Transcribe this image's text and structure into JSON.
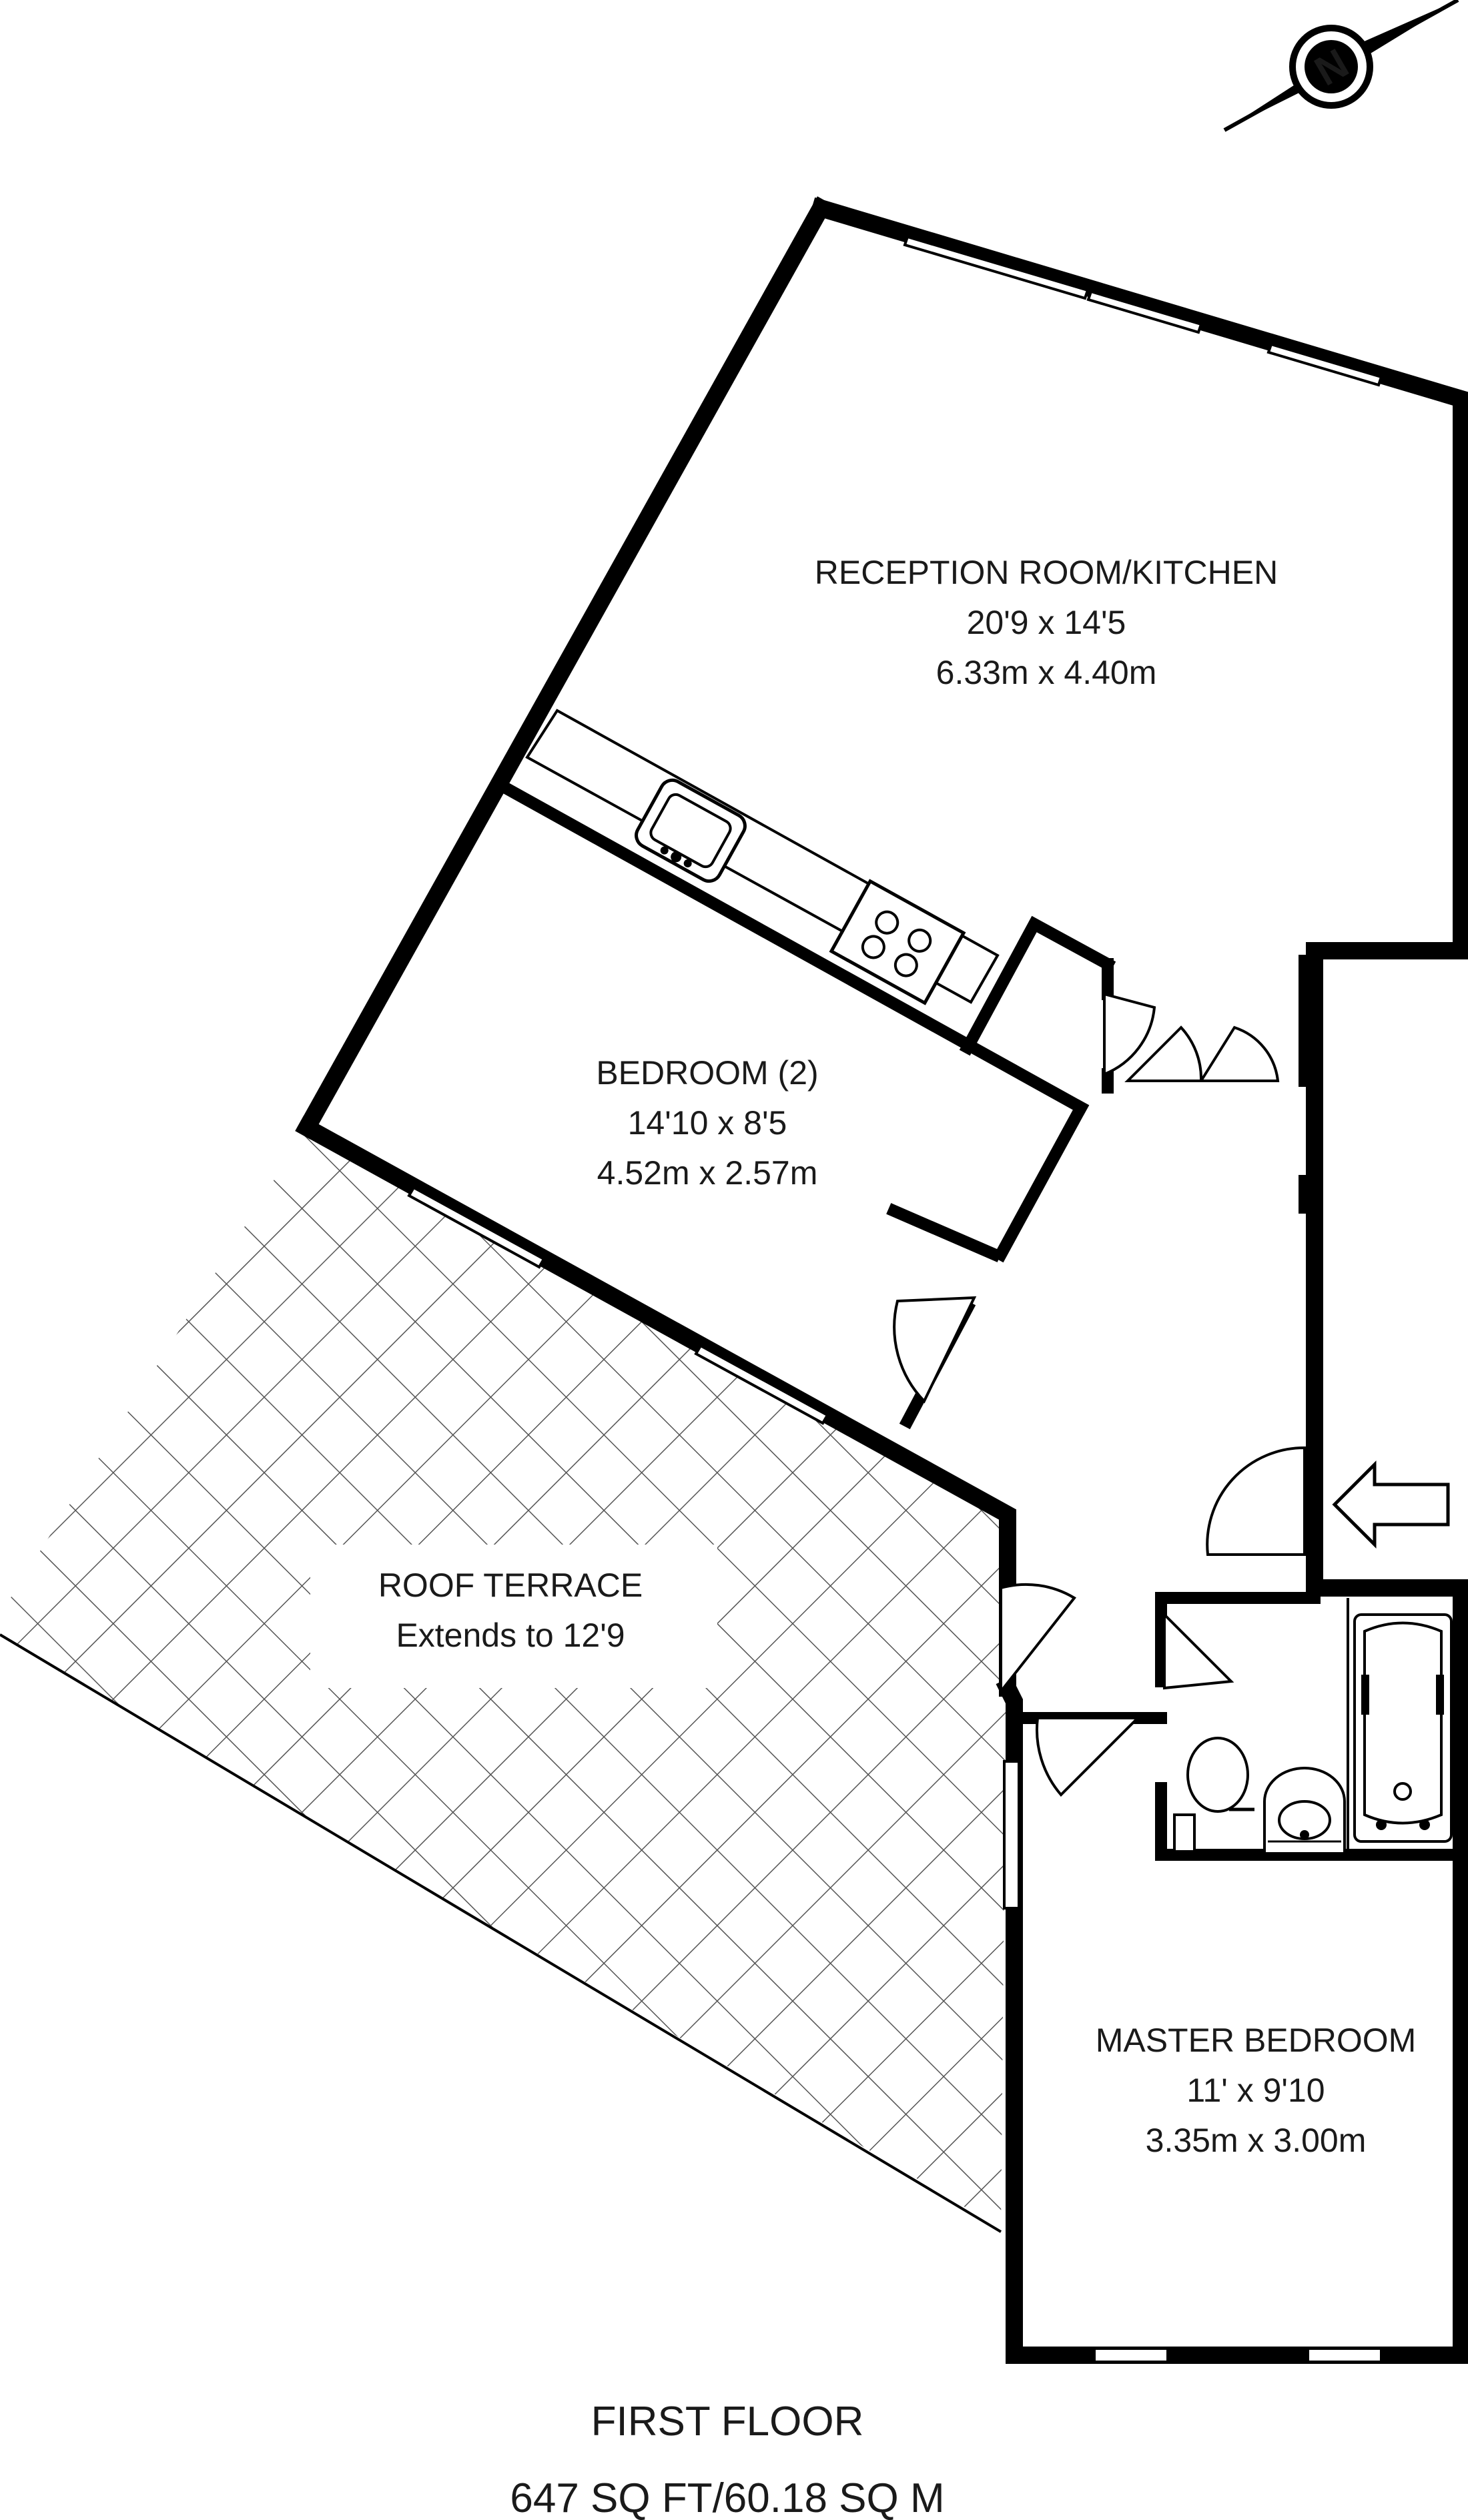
{
  "rooms": {
    "reception": {
      "name": "RECEPTION ROOM/KITCHEN",
      "imperial": "20'9 x 14'5",
      "metric": "6.33m x 4.40m"
    },
    "bedroom2": {
      "name": "BEDROOM (2)",
      "imperial": "14'10 x 8'5",
      "metric": "4.52m x 2.57m"
    },
    "terrace": {
      "name": "ROOF TERRACE",
      "note": "Extends to 12'9"
    },
    "master": {
      "name": "MASTER BEDROOM",
      "imperial": "11' x 9'10",
      "metric": "3.35m x 3.00m"
    }
  },
  "footer": {
    "floor": "FIRST FLOOR",
    "area": "647 SQ FT/60.18 SQ M"
  },
  "compass": {
    "letter": "N",
    "icon": "compass-icon"
  },
  "entrance": {
    "icon": "entrance-arrow-icon"
  },
  "colors": {
    "wall": "#000000",
    "background": "#ffffff",
    "hatch": "#555555"
  }
}
